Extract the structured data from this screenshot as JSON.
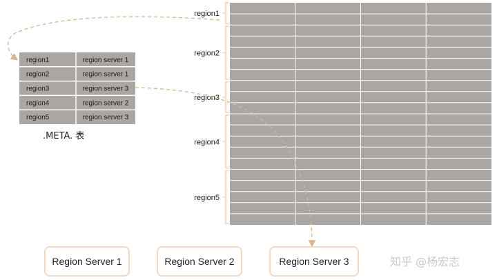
{
  "meta_table": {
    "caption": ".META. 表",
    "rows": [
      {
        "region": "region1",
        "server": "region server 1"
      },
      {
        "region": "region2",
        "server": "region server 1"
      },
      {
        "region": "region3",
        "server": "region server 3"
      },
      {
        "region": "region4",
        "server": "region server 2"
      },
      {
        "region": "region5",
        "server": "region server 3"
      }
    ]
  },
  "regions": [
    {
      "label": "region1",
      "rows": 2
    },
    {
      "label": "region2",
      "rows": 5
    },
    {
      "label": "region3",
      "rows": 3
    },
    {
      "label": "region4",
      "rows": 5
    },
    {
      "label": "region5",
      "rows": 5
    }
  ],
  "big_table": {
    "columns": 4
  },
  "servers": [
    "Region Server 1",
    "Region Server 2",
    "Region Server 3"
  ],
  "watermark": "知乎 @杨宏志",
  "colors": {
    "cell": "#a9a6a3",
    "grid_line": "#ffffff",
    "bracket": "#f3d8c2",
    "arrow": "#d9b48e",
    "box_border": "#f3d8c2"
  }
}
